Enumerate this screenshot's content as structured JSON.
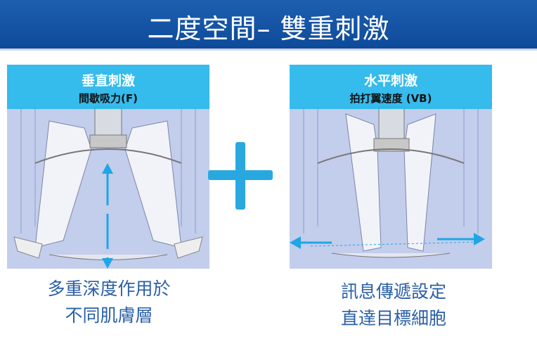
{
  "header": {
    "title": "二度空間– 雙重刺激"
  },
  "left_panel": {
    "title": "垂直刺激",
    "subtitle": "間歇吸力(F)",
    "caption_line1": "多重深度作用於",
    "caption_line2": "不同肌膚層"
  },
  "right_panel": {
    "title": "水平刺激",
    "subtitle": "拍打翼速度 (VB)",
    "caption_line1": "訊息傳遞設定",
    "caption_line2": "直達目標細胞"
  },
  "colors": {
    "header": "#1556a6",
    "accent": "#29a8e0",
    "caption": "#2a5fa8"
  }
}
